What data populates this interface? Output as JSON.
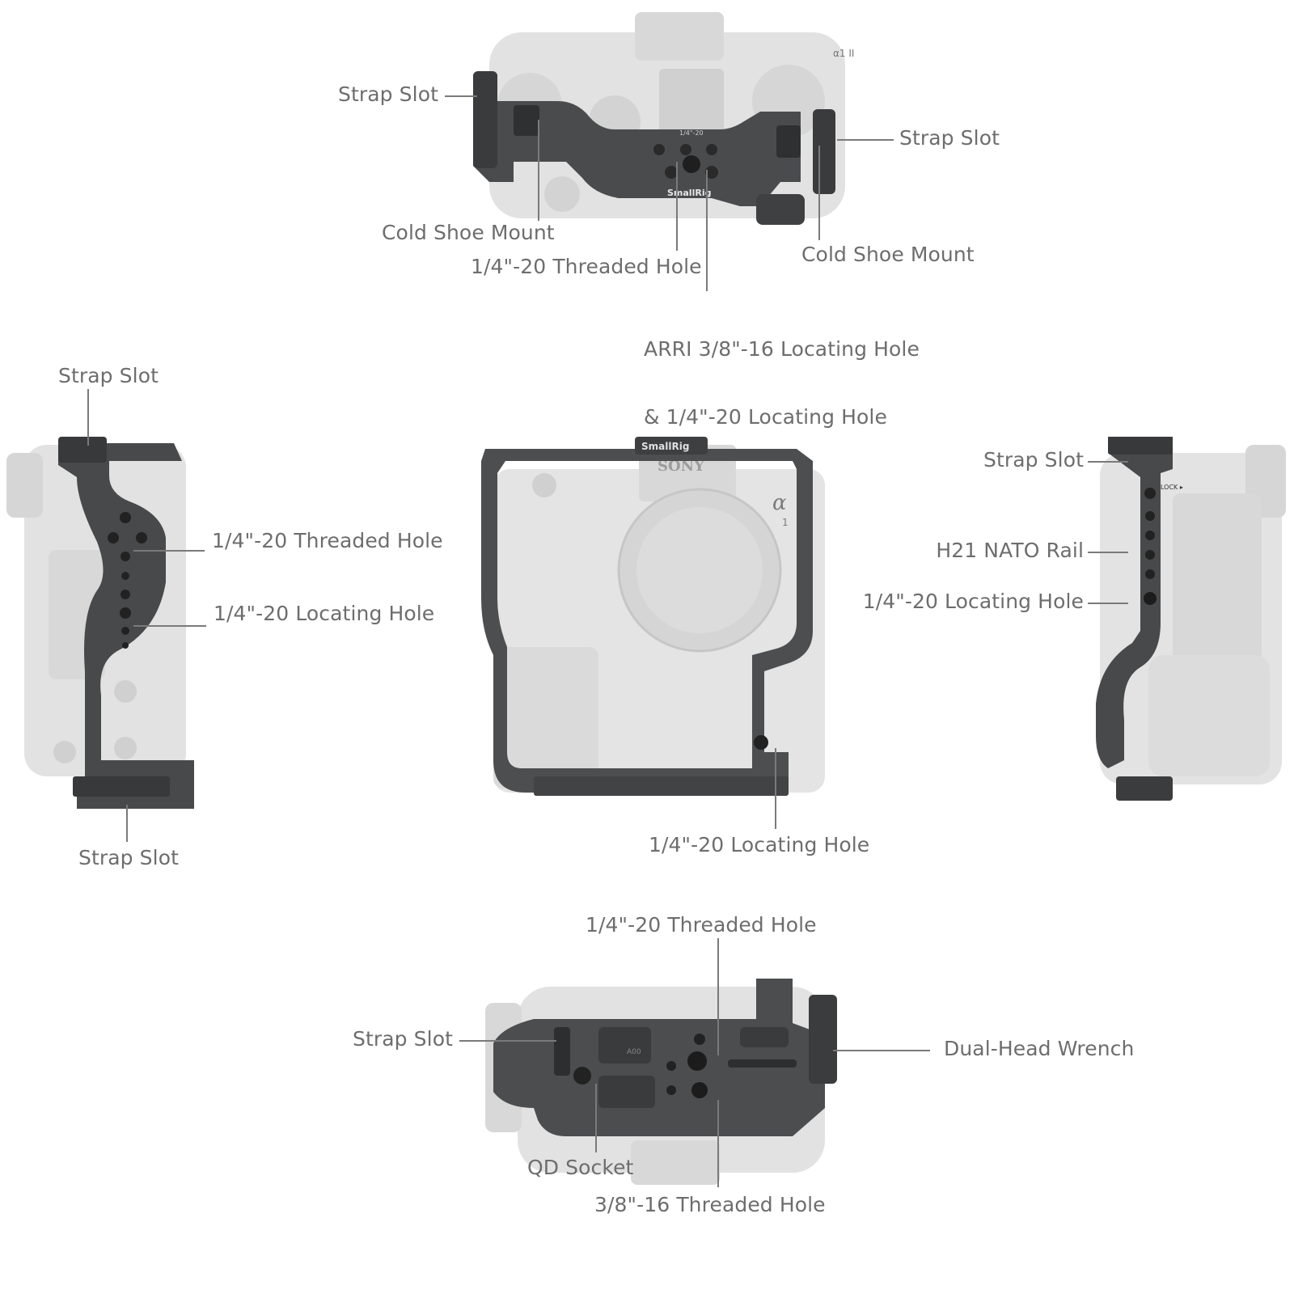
{
  "top_view": {
    "strap_slot_left": "Strap Slot",
    "strap_slot_right": "Strap Slot",
    "cold_shoe_left": "Cold Shoe Mount",
    "cold_shoe_right": "Cold Shoe Mount",
    "threaded_hole": "1/4\"-20 Threaded Hole",
    "arri_line1": "ARRI 3/8\"-16 Locating Hole",
    "arri_line2": "& 1/4\"-20 Locating Hole",
    "model_mark": "α1 II",
    "brand_mark": "SmallRig",
    "engraving": "1/4\"-20"
  },
  "left_view": {
    "strap_slot_top": "Strap Slot",
    "threaded_hole": "1/4\"-20 Threaded Hole",
    "locating_hole": "1/4\"-20 Locating Hole",
    "strap_slot_bottom": "Strap Slot"
  },
  "front_view": {
    "brand_mark": "SmallRig",
    "camera_brand": "SONY",
    "model": "α",
    "model_number": "1",
    "locating_hole": "1/4\"-20 Locating Hole"
  },
  "right_view": {
    "strap_slot": "Strap Slot",
    "nato_rail": "H21 NATO Rail",
    "locating_hole": "1/4\"-20 Locating Hole",
    "lock_mark": "LOCK ▸"
  },
  "bottom_view": {
    "threaded_hole_top": "1/4\"-20 Threaded Hole",
    "strap_slot": "Strap Slot",
    "wrench": "Dual-Head Wrench",
    "qd_socket": "QD Socket",
    "threaded_hole_bottom": "3/8\"-16 Threaded Hole",
    "plate_mark": "A00"
  }
}
